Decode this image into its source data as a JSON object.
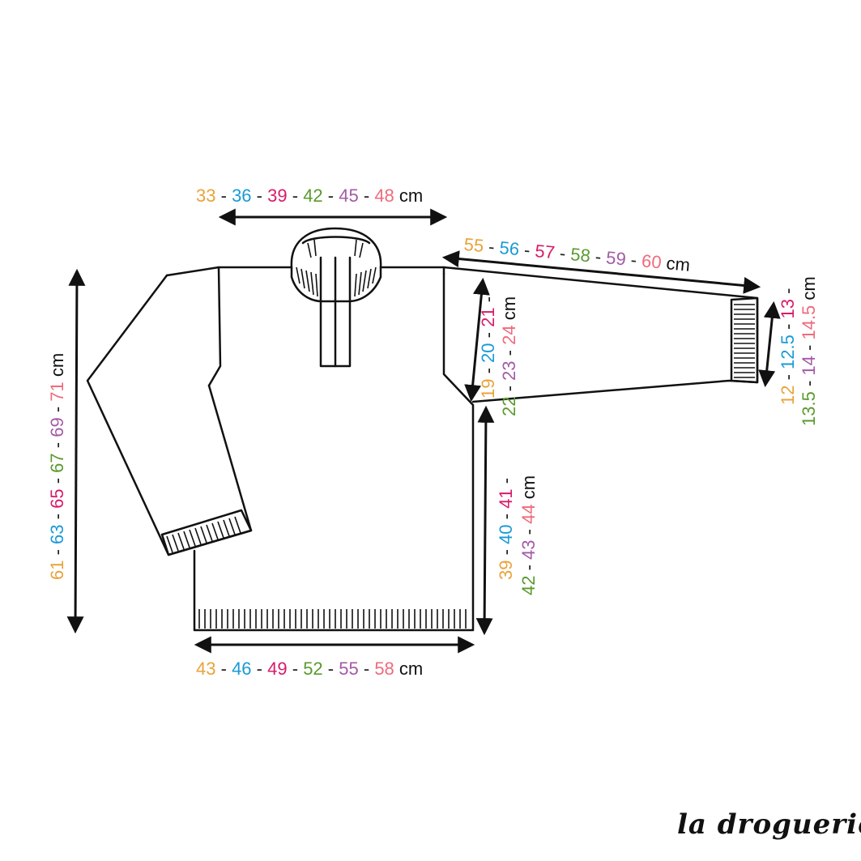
{
  "size_colors": [
    "#e8a33a",
    "#1a9ad6",
    "#d81b6a",
    "#5a9a2e",
    "#a35aa7",
    "#ef6b7c"
  ],
  "separator": "-",
  "unit": "cm",
  "measurements": {
    "neck_width": [
      "33",
      "36",
      "39",
      "42",
      "45",
      "48"
    ],
    "sleeve_length": [
      "55",
      "56",
      "57",
      "58",
      "59",
      "60"
    ],
    "total_length": [
      "61",
      "63",
      "65",
      "67",
      "69",
      "71"
    ],
    "armhole_depth": [
      "19",
      "20",
      "21",
      "22",
      "23",
      "24"
    ],
    "cuff_width": [
      "12",
      "12.5",
      "13",
      "13.5",
      "14",
      "14.5"
    ],
    "body_length": [
      "39",
      "40",
      "41",
      "42",
      "43",
      "44"
    ],
    "chest_width": [
      "43",
      "46",
      "49",
      "52",
      "55",
      "58"
    ]
  },
  "brand": {
    "name": "la droguerie"
  }
}
